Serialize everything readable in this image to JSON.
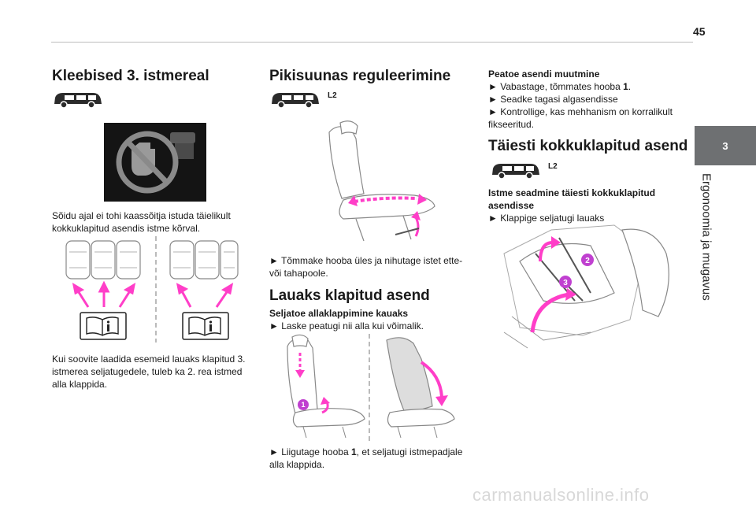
{
  "page_number": "45",
  "chapter": {
    "number": "3",
    "title": "Ergonoomia ja mugavus"
  },
  "col1": {
    "heading": "Kleebised 3. istmereal",
    "para1": "Sõidu ajal ei tohi kaassõitja istuda täielikult kokkuklapitud asendis istme kõrval.",
    "para2": "Kui soovite laadida esemeid lauaks klapitud 3. istmerea seljatugedele, tuleb ka 2. rea istmed alla klappida."
  },
  "col2": {
    "heading1": "Pikisuunas reguleerimine",
    "tag1": "L2",
    "step1": "Tõmmake hooba üles ja nihutage istet ette- või tahapoole.",
    "heading2": "Lauaks klapitud asend",
    "sub2": "Seljatoe allaklappimine kauaks",
    "step2": "Laske peatugi nii alla kui võimalik.",
    "step3_pre": "Liigutage hooba ",
    "step3_bold": "1",
    "step3_post": ", et seljatugi istmepadjale alla klappida."
  },
  "col3": {
    "sub1": "Peatoe asendi muutmine",
    "b1_pre": "Vabastage, tõmmates hooba ",
    "b1_bold": "1",
    "b1_post": ".",
    "b2": "Seadke tagasi algasendisse",
    "b3": "Kontrollige, kas mehhanism on korralikult fikseeritud.",
    "heading2": "Täiesti kokkuklapitud asend",
    "tag2": "L2",
    "sub2": "Istme seadmine täiesti kokkuklapitud asendisse",
    "b4": "Klappige seljatugi lauaks"
  },
  "callouts": {
    "one": "1",
    "two": "2",
    "three": "3"
  },
  "watermark": "carmanualsonline.info",
  "colors": {
    "accent": "#ff3ec8",
    "tab": "#6e7072",
    "callout": "#c040d0"
  }
}
